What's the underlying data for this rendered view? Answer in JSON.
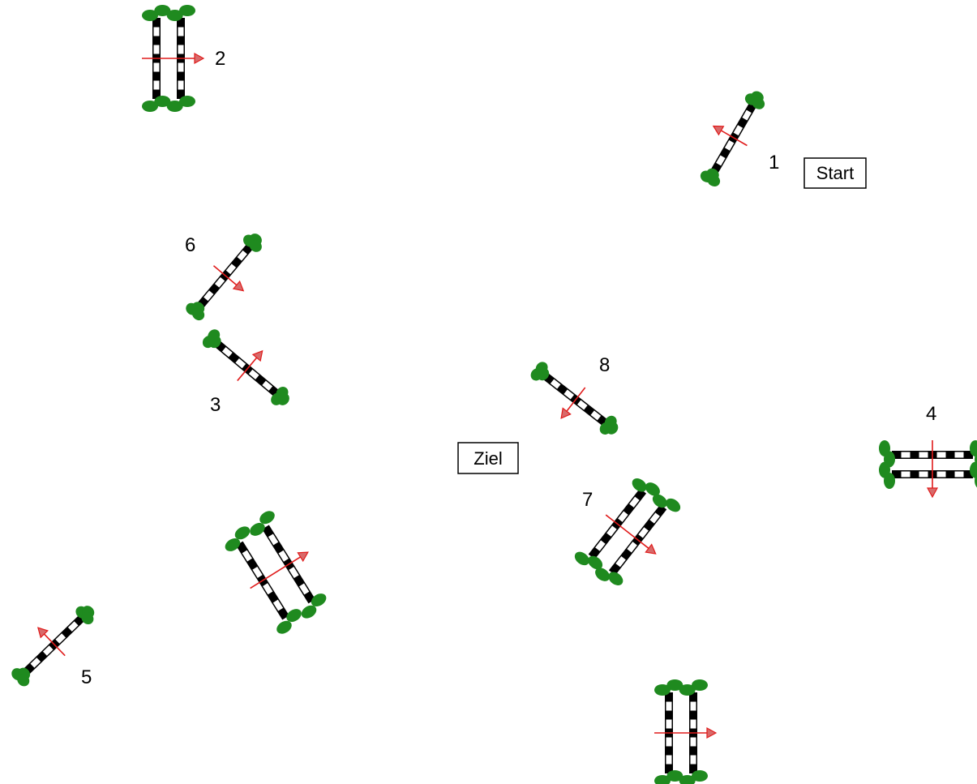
{
  "course": {
    "start_label": "Start",
    "finish_label": "Ziel",
    "obstacles": [
      {
        "id": "1",
        "label": "1",
        "type": "vertical"
      },
      {
        "id": "2",
        "label": "2",
        "type": "oxer"
      },
      {
        "id": "3",
        "label": "3",
        "type": "vertical"
      },
      {
        "id": "4",
        "label": "4",
        "type": "oxer"
      },
      {
        "id": "5",
        "label": "5",
        "type": "vertical"
      },
      {
        "id": "6",
        "label": "6",
        "type": "vertical"
      },
      {
        "id": "7",
        "label": "7",
        "type": "oxer"
      },
      {
        "id": "8",
        "label": "8",
        "type": "vertical"
      },
      {
        "id": "unnumbered-a",
        "label": "",
        "type": "oxer"
      },
      {
        "id": "unnumbered-b",
        "label": "",
        "type": "oxer"
      }
    ]
  },
  "colors": {
    "pole": "#000000",
    "bush": "#1f8a1f",
    "direction_arrow": "#e01c1c"
  },
  "icons": {
    "obstacle": "jump-fence-icon",
    "direction": "arrow-icon"
  }
}
